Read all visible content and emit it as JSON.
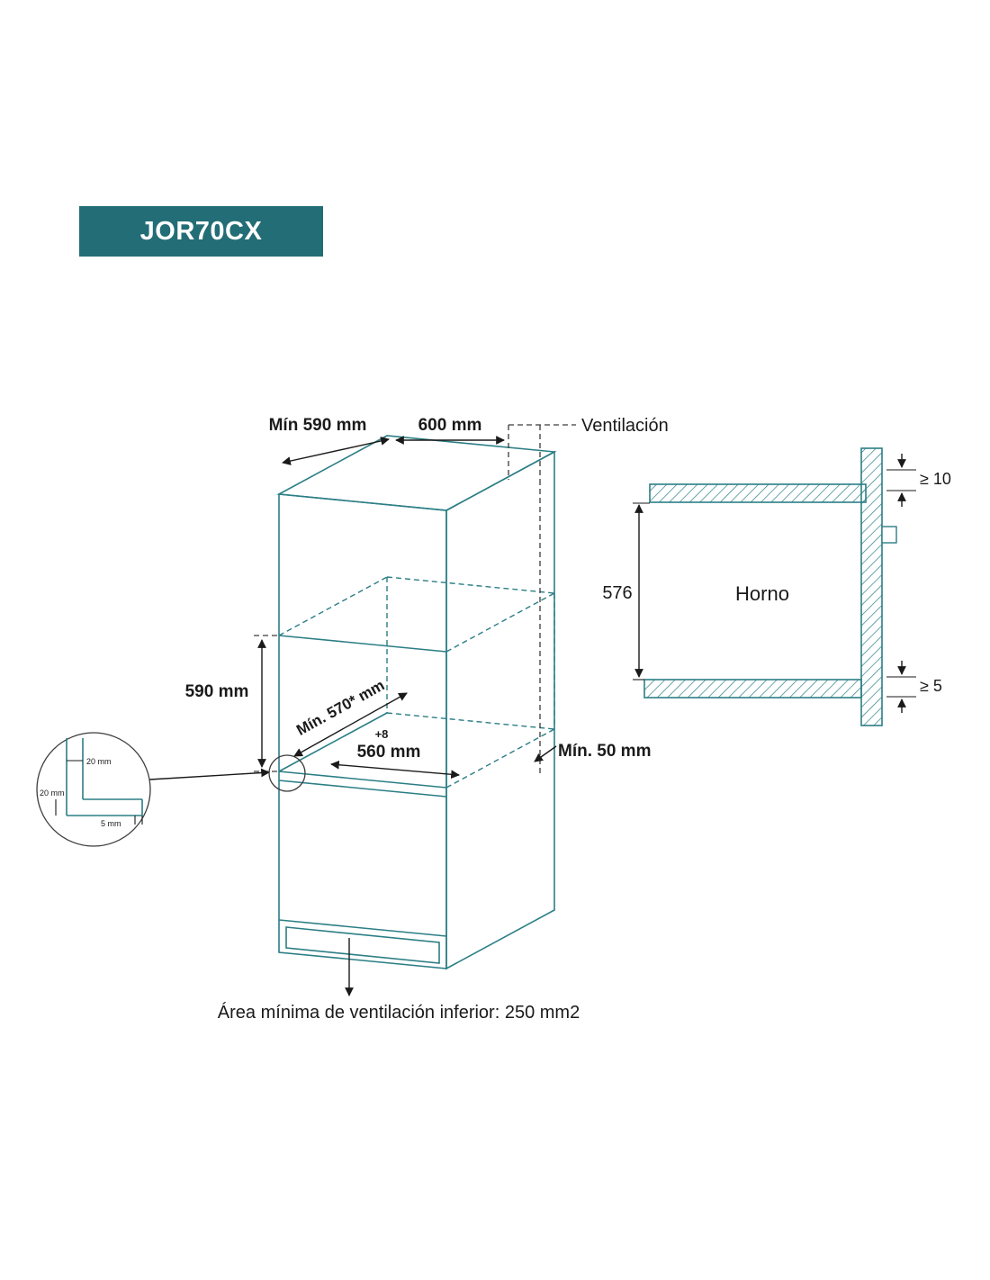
{
  "title_badge": "JOR70CX",
  "colors": {
    "line_teal": "#2B7E85",
    "badge_bg": "#226D76",
    "ink": "#1A1A1A"
  },
  "cabinet_view": {
    "dim_top_depth": "Mín 590 mm",
    "dim_top_width": "600 mm",
    "ventilation_label": "Ventilación",
    "dim_niche_height": "590 mm",
    "dim_niche_depth": "Mín. 570* mm",
    "dim_niche_width": "560 mm",
    "dim_niche_width_tol": "+8",
    "dim_rear_gap": "Mín. 50 mm",
    "detail": {
      "panel_thickness": "20 mm",
      "shelf_thickness": "20 mm",
      "front_offset": "5 mm"
    },
    "bottom_vent_note": "Área mínima de ventilación inferior: 250 mm2"
  },
  "section_view": {
    "oven_label": "Horno",
    "dim_niche_height": "576",
    "dim_top_clearance": "≥ 10",
    "dim_bottom_clearance": "≥ 5"
  }
}
